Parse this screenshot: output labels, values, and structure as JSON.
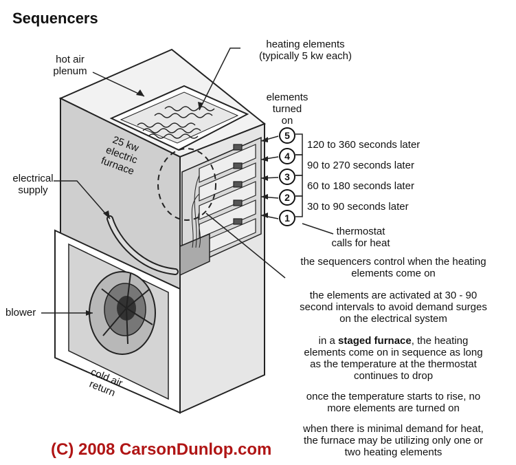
{
  "title": "Sequencers",
  "labels": {
    "heating_elements": [
      "heating elements",
      "(typically 5 kw each)"
    ],
    "hot_air_plenum": [
      "hot air",
      "plenum"
    ],
    "furnace": [
      "25 kw",
      "electric",
      "furnace"
    ],
    "electrical_supply": [
      "electrical",
      "supply"
    ],
    "blower": "blower",
    "cold_air_return": [
      "cold air",
      "return"
    ],
    "elements_turned_on": [
      "elements",
      "turned",
      "on"
    ],
    "thermostat": [
      "thermostat",
      "calls for heat"
    ]
  },
  "stages": [
    {
      "number": "5",
      "timing": "120 to 360 seconds later"
    },
    {
      "number": "4",
      "timing": "90 to 270 seconds later"
    },
    {
      "number": "3",
      "timing": "60 to 180 seconds later"
    },
    {
      "number": "2",
      "timing": "30 to 90 seconds later"
    },
    {
      "number": "1",
      "timing": ""
    }
  ],
  "notes": {
    "n1": [
      "the sequencers control when the heating",
      "elements come on"
    ],
    "n2": [
      "the elements are activated at 30 - 90",
      "second intervals to avoid demand surges",
      "on the electrical system"
    ],
    "n3": {
      "pre": "in a ",
      "bold": "staged furnace",
      "post": ", the heating",
      "lines": [
        "elements come on in sequence as long",
        "as the temperature at the thermostat",
        "continues to drop"
      ]
    },
    "n4": [
      "once the temperature starts to rise, no",
      "more elements are turned on"
    ],
    "n5": [
      "when there is minimal demand for heat,",
      "the furnace may be utilizing only one or",
      "two heating elements"
    ]
  },
  "copyright": "(C) 2008 CarsonDunlop.com",
  "colors": {
    "cabinet_front": "#cfcfcf",
    "cabinet_side": "#e6e6e6",
    "copyright": "#b01515"
  }
}
